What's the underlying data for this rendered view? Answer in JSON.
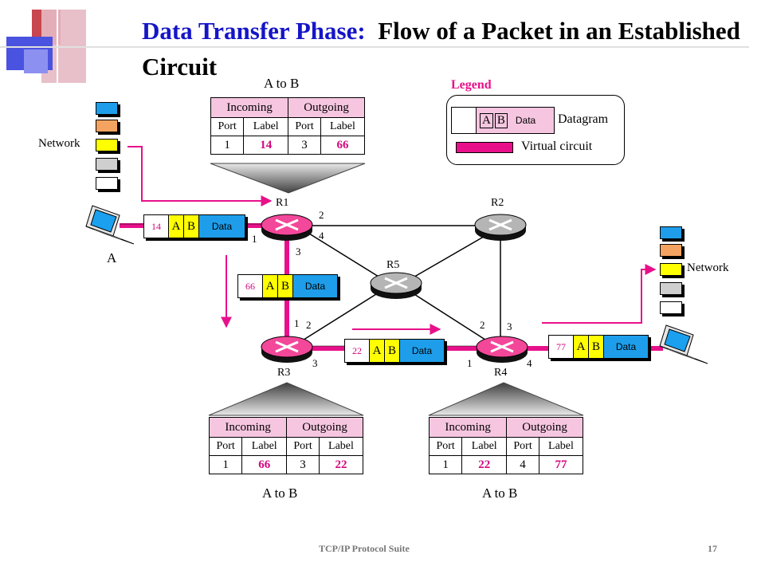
{
  "title": {
    "part1": "Data Transfer Phase:",
    "part2": "Flow of a Packet in an Established Circuit"
  },
  "legend": {
    "title": "Legend",
    "datagram_a": "A",
    "datagram_b": "B",
    "datagram_data": "Data",
    "datagram_label": "Datagram",
    "vc_label": "Virtual circuit"
  },
  "tables": {
    "r1": {
      "caption": "A to B",
      "incoming": "Incoming",
      "outgoing": "Outgoing",
      "port_h1": "Port",
      "label_h1": "Label",
      "port_h2": "Port",
      "label_h2": "Label",
      "in_port": "1",
      "in_label": "14",
      "out_port": "3",
      "out_label": "66"
    },
    "r3": {
      "caption": "A to B",
      "incoming": "Incoming",
      "outgoing": "Outgoing",
      "port_h1": "Port",
      "label_h1": "Label",
      "port_h2": "Port",
      "label_h2": "Label",
      "in_port": "1",
      "in_label": "66",
      "out_port": "3",
      "out_label": "22"
    },
    "r4": {
      "caption": "A to B",
      "incoming": "Incoming",
      "outgoing": "Outgoing",
      "port_h1": "Port",
      "label_h1": "Label",
      "port_h2": "Port",
      "label_h2": "Label",
      "in_port": "1",
      "in_label": "22",
      "out_port": "4",
      "out_label": "77"
    }
  },
  "routers": {
    "r1": "R1",
    "r2": "R2",
    "r3": "R3",
    "r4": "R4",
    "r5": "R5"
  },
  "ports": {
    "r1_1": "1",
    "r1_2": "2",
    "r1_3": "3",
    "r1_4": "4",
    "r3_1": "1",
    "r3_2": "2",
    "r3_3": "3",
    "r4_1": "1",
    "r4_2": "2",
    "r4_3": "3",
    "r4_4": "4"
  },
  "packets": [
    {
      "label": "14",
      "a": "A",
      "b": "B",
      "data": "Data"
    },
    {
      "label": "66",
      "a": "A",
      "b": "B",
      "data": "Data"
    },
    {
      "label": "22",
      "a": "A",
      "b": "B",
      "data": "Data"
    },
    {
      "label": "77",
      "a": "A",
      "b": "B",
      "data": "Data"
    }
  ],
  "hosts": {
    "a": "A"
  },
  "networks": {
    "left": "Network",
    "right": "Network"
  },
  "footer": {
    "left": "TCP/IP Protocol Suite",
    "page": "17"
  },
  "colors": {
    "circuit": "#e8108a",
    "table_head": "#f6c6e0",
    "data_blue": "#1e9eea",
    "packet_yellow": "#ffff00",
    "title_blue": "#1515c8"
  },
  "icons": [
    "router-icon",
    "laptop-icon",
    "network-stack-icon",
    "arrow-icon",
    "funnel-icon"
  ]
}
